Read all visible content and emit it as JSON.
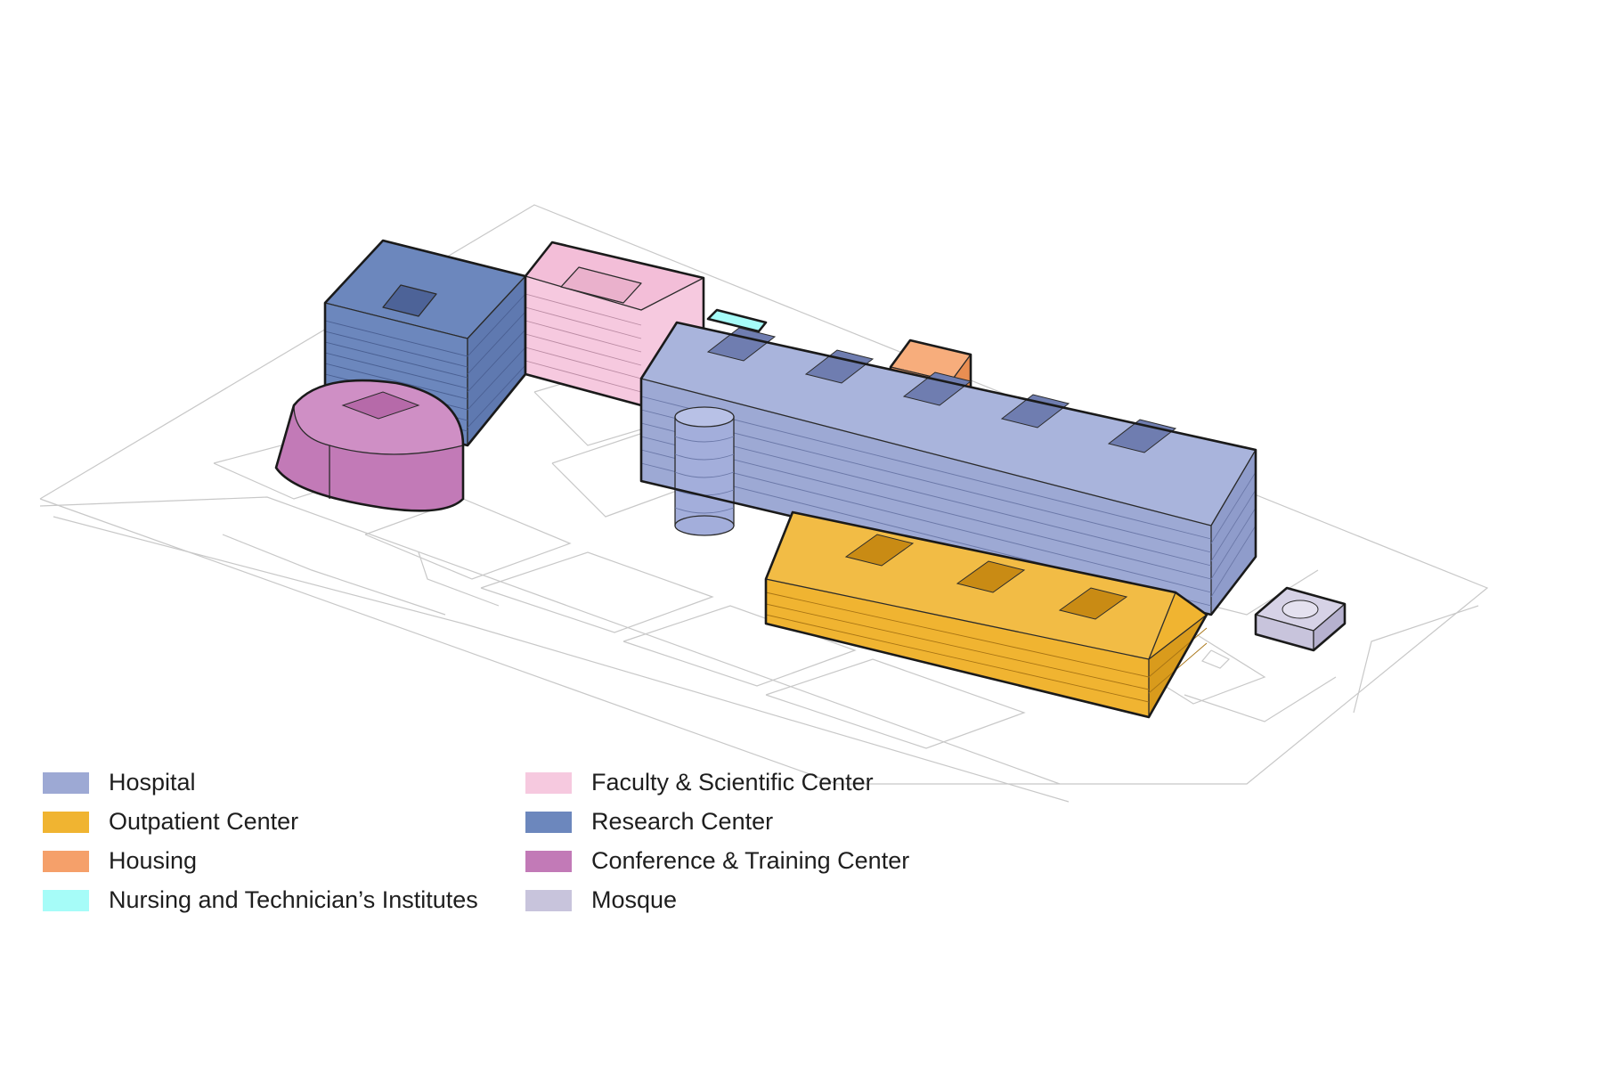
{
  "legend": {
    "items": [
      {
        "label": "Hospital",
        "color": "#9da9d4"
      },
      {
        "label": "Outpatient Center",
        "color": "#f0b431"
      },
      {
        "label": "Housing",
        "color": "#f5a06a"
      },
      {
        "label": "Nursing and Technician’s Institutes",
        "color": "#a6fcf8"
      },
      {
        "label": "Faculty & Scientific Center",
        "color": "#f6c9df"
      },
      {
        "label": "Research Center",
        "color": "#6c87bd"
      },
      {
        "label": "Conference & Training Center",
        "color": "#c27ab7"
      },
      {
        "label": "Mosque",
        "color": "#c8c4dc"
      }
    ]
  }
}
